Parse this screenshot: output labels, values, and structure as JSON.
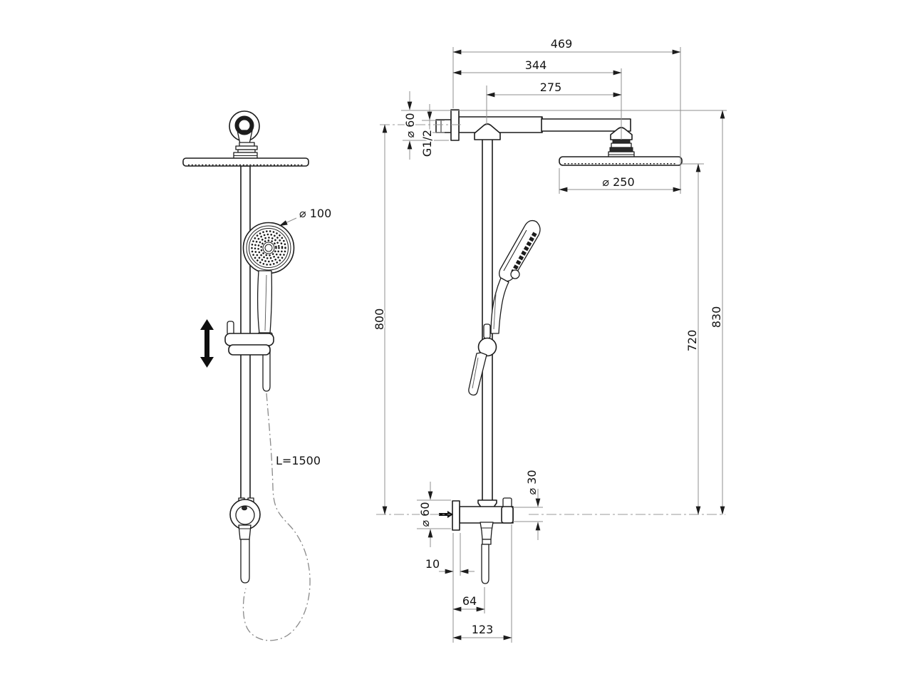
{
  "drawing": {
    "type": "shower-column-dimensional-drawing",
    "background": "#ffffff",
    "line_color": "#1c1c1c",
    "dimension_line_color": "#8f8f8f",
    "text_color": "#141414"
  },
  "dims": {
    "total_width": "469",
    "arm_to_head_center": "344",
    "rail_to_head_center": "275",
    "top_flange_diameter": "⌀ 60",
    "thread_size": "G1/2",
    "rain_head_diameter": "⌀ 250",
    "rail_height": "800",
    "total_height": "830",
    "head_to_outlet_height": "720",
    "holder_diameter": "⌀ 30",
    "bottom_flange_diameter": "⌀ 60",
    "flange_offset": "10",
    "outlet_offset": "64",
    "holder_depth": "123",
    "hand_shower_diameter": "⌀ 100",
    "hose_length": "L=1500"
  }
}
